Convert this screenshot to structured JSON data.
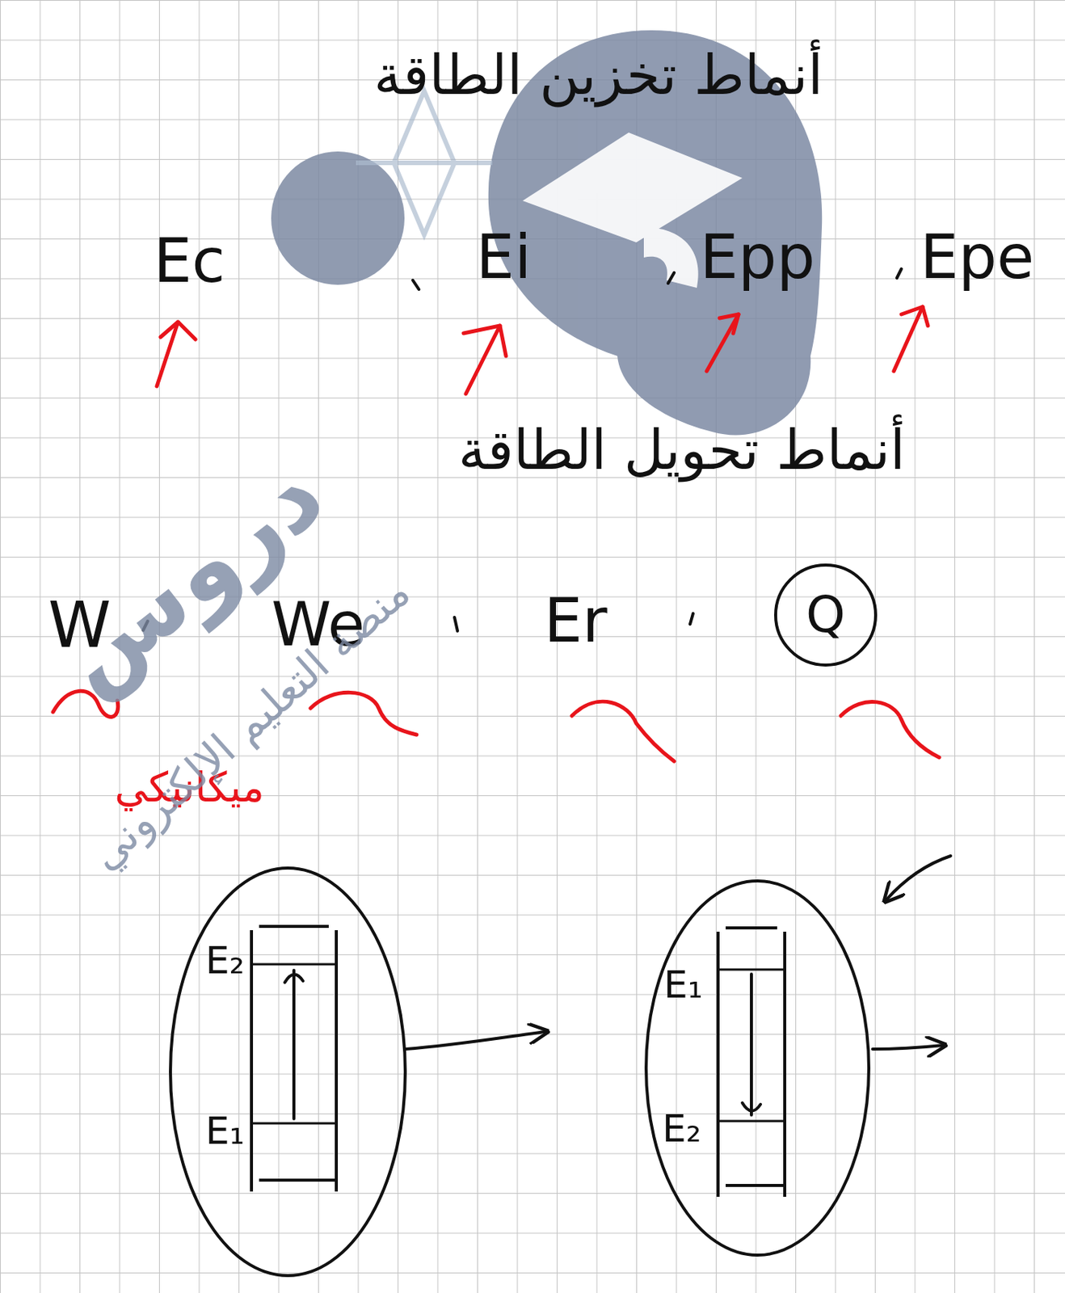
{
  "diagram": {
    "nodes": [
      {
        "text": [
          "E₂",
          "E₁"
        ]
      },
      {
        "text": [
          "E₁",
          "E₂"
        ]
      }
    ],
    "labels": [
      "أنماط تخزين الطاقة",
      "Ec",
      "Ei",
      "Epp",
      "Epe",
      "أنماط تحويل الطاقة",
      "W",
      "We",
      "Er",
      "Q",
      "ميكانيكي",
      "دروس",
      "منصة التعليم الإلكتروني"
    ]
  }
}
